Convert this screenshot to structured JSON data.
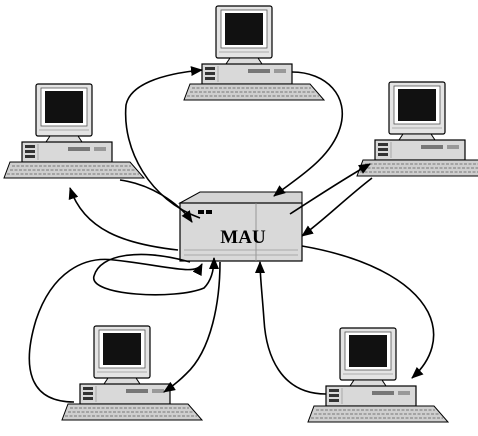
{
  "hub": {
    "label": "MAU"
  },
  "computers": [
    {
      "id": "top"
    },
    {
      "id": "top-left"
    },
    {
      "id": "top-right"
    },
    {
      "id": "bottom-left"
    },
    {
      "id": "bottom-right"
    }
  ]
}
